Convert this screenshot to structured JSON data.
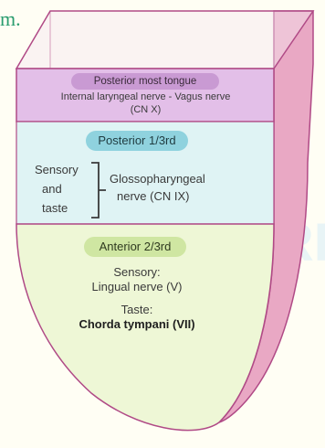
{
  "caption_tail": "m.",
  "watermark": "ARROW",
  "colors": {
    "background": "#fffef4",
    "posterior_most_fill": "#e3bfe8",
    "posterior_most_label_bg": "#c99ad3",
    "posterior_third_fill": "#dff3f4",
    "posterior_third_label_bg": "#8fd2de",
    "anterior_fill": "#eef7d6",
    "anterior_label_bg": "#cfe6a2",
    "side_face": "#e9a8c4",
    "outline": "#b04a86"
  },
  "regions": {
    "posterior_most": {
      "title": "Posterior most tongue",
      "nerve_line1": "Internal laryngeal nerve - Vagus nerve",
      "nerve_line2": "(CN X)"
    },
    "posterior_third": {
      "title": "Posterior 1/3rd",
      "modality_line1": "Sensory",
      "modality_line2": "and",
      "modality_line3": "taste",
      "nerve_line1": "Glossopharyngeal",
      "nerve_line2": "nerve (CN IX)"
    },
    "anterior": {
      "title": "Anterior 2/3rd",
      "sensory_label": "Sensory:",
      "sensory_nerve": "Lingual nerve (V)",
      "taste_label": "Taste:",
      "taste_nerve": "Chorda tympani (VII)"
    }
  }
}
